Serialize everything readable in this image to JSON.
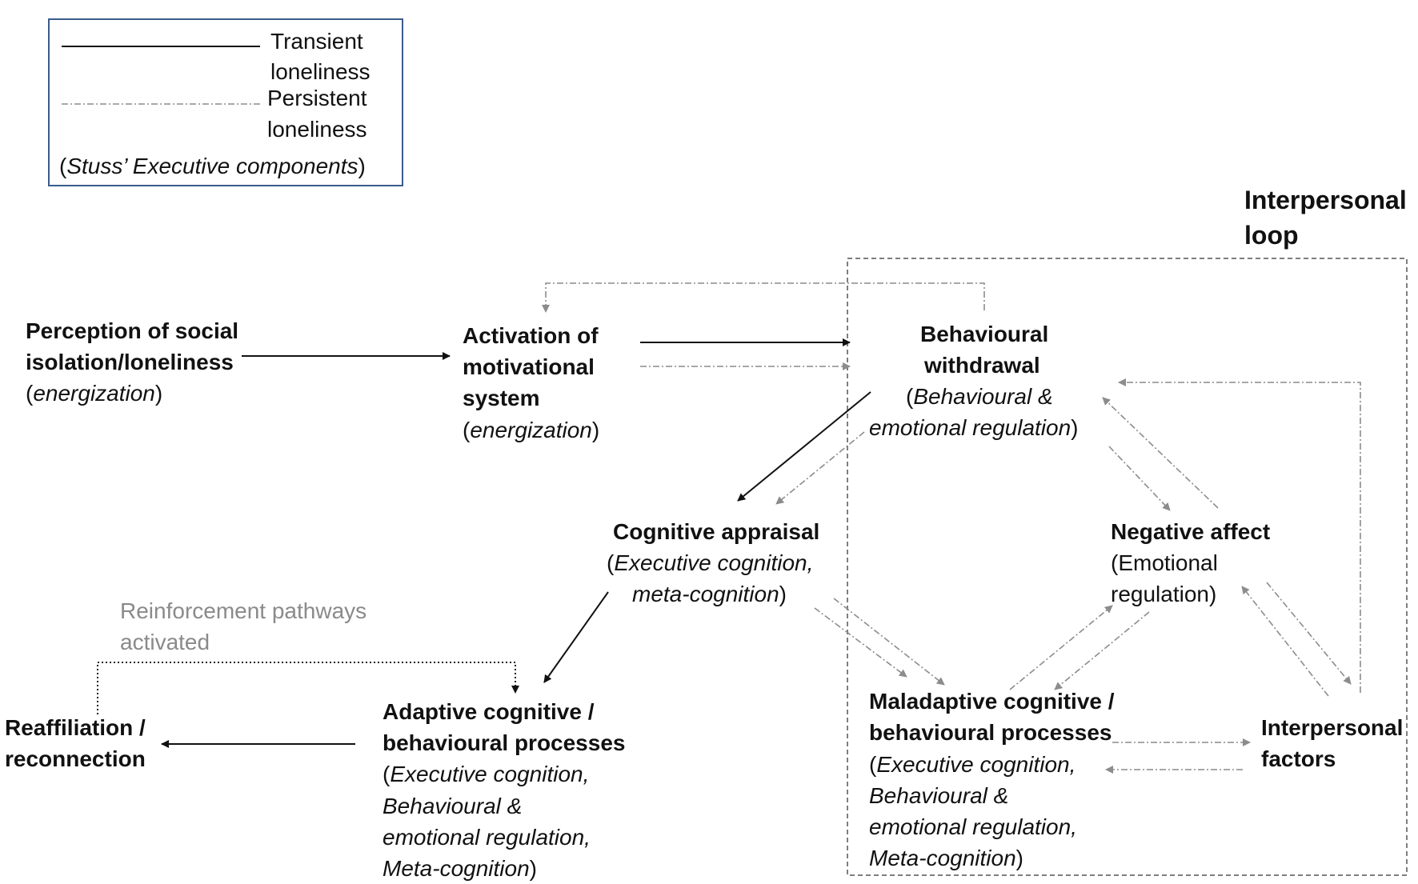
{
  "legend": {
    "transient_line1": "Transient",
    "transient_line2": "loneliness",
    "persistent_line1": "Persistent",
    "persistent_line2": "loneliness",
    "note_open": "(",
    "note_italic": "Stuss’ Executive components",
    "note_close": ")"
  },
  "loop": {
    "title_line1": "Interpersonal",
    "title_line2": "loop"
  },
  "nodes": {
    "perception": {
      "line1": "Perception of social",
      "line2": "isolation/loneliness",
      "sub": "energization"
    },
    "activation": {
      "line1": "Activation of",
      "line2": "motivational",
      "line3": "system",
      "sub": "energization"
    },
    "withdrawal": {
      "line1": "Behavioural",
      "line2": "withdrawal",
      "sub1": "Behavioural &",
      "sub2": "emotional regulation"
    },
    "appraisal": {
      "line1": "Cognitive appraisal",
      "sub1": "Executive cognition,",
      "sub2": "meta-cognition"
    },
    "negative": {
      "line1": "Negative affect",
      "sub1": "(Emotional",
      "sub2": "regulation)"
    },
    "reinforcement": {
      "line1": "Reinforcement pathways",
      "line2": "activated"
    },
    "reaffiliation": {
      "line1": "Reaffiliation /",
      "line2": "reconnection"
    },
    "adaptive": {
      "line1": "Adaptive cognitive  /",
      "line2": "behavioural processes",
      "sub1": "Executive cognition,",
      "sub2": "Behavioural &",
      "sub3": "emotional regulation,",
      "sub4": "Meta-cognition"
    },
    "maladaptive": {
      "line1": "Maladaptive cognitive /",
      "line2": "behavioural processes",
      "sub1": "Executive cognition,",
      "sub2": "Behavioural &",
      "sub3": "emotional regulation,",
      "sub4": "Meta-cognition"
    },
    "interpersonal": {
      "line1": "Interpersonal",
      "line2": "factors"
    }
  },
  "colors": {
    "solid": "#111111",
    "persistent": "#8c8c8c",
    "legend_border": "#3b5b8c",
    "gray_text": "#8a8a8a"
  }
}
